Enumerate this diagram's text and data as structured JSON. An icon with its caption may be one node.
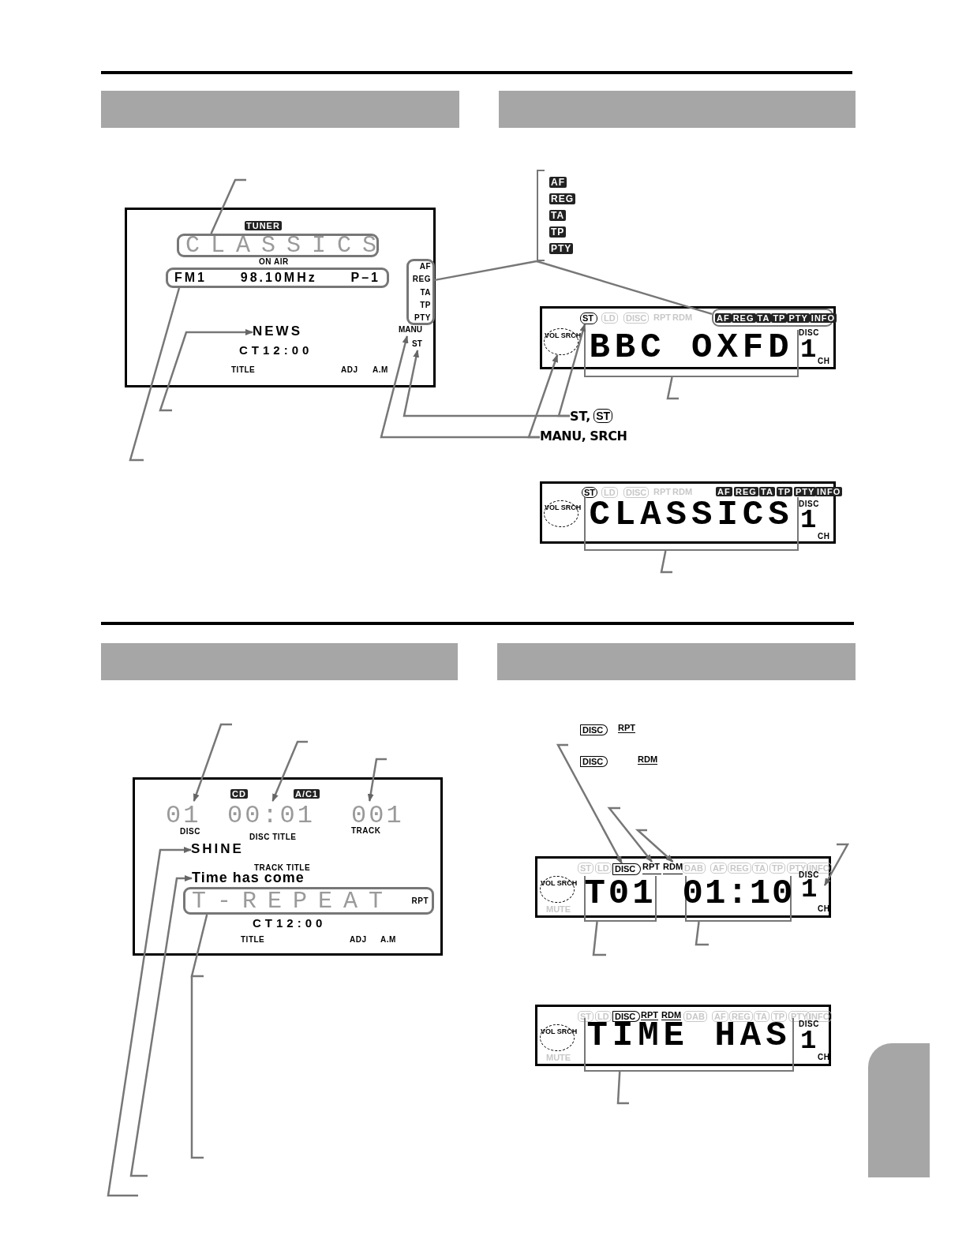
{
  "diagram": {
    "nodes": [
      {
        "text": [
          "CLASSICS"
        ]
      },
      {
        "text": [
          "FM1",
          "98.10MHz",
          "P–1"
        ]
      },
      {
        "text": [
          "AF",
          "REG",
          "TA",
          "TP",
          "PTY"
        ]
      },
      {
        "text": [
          "NEWS"
        ]
      },
      {
        "text": [
          "MANU"
        ]
      },
      {
        "text": [
          "ST"
        ]
      },
      {
        "text": [
          "AF",
          "REG",
          "TA",
          "TP",
          "PTY"
        ]
      },
      {
        "text": [
          "AF",
          "REG",
          "TA",
          "TP",
          "PTY",
          "INFO"
        ]
      },
      {
        "text": [
          "ST"
        ]
      },
      {
        "text": [
          "VOL SRCH"
        ]
      },
      {
        "text": [
          "ST,",
          "ST"
        ]
      },
      {
        "text": [
          "MANU, SRCH"
        ]
      },
      {
        "text": [
          "BBC OXFD"
        ]
      },
      {
        "text": [
          "CLASSICS"
        ]
      },
      {
        "text": [
          "01"
        ]
      },
      {
        "text": [
          "00:01"
        ]
      },
      {
        "text": [
          "001"
        ]
      },
      {
        "text": [
          "SHINE"
        ]
      },
      {
        "text": [
          "Time has come"
        ]
      },
      {
        "text": [
          "T-REPEAT",
          "RPT"
        ]
      },
      {
        "text": [
          "DISC"
        ]
      },
      {
        "text": [
          "RPT"
        ]
      },
      {
        "text": [
          "RDM"
        ]
      },
      {
        "text": [
          "1"
        ]
      },
      {
        "text": [
          "T01"
        ]
      },
      {
        "text": [
          "01:10"
        ]
      },
      {
        "text": [
          "TIME HAS"
        ]
      },
      {
        "text": [
          "VOL SRCH"
        ]
      },
      {
        "text": [
          "VOL SRCH"
        ]
      },
      {
        "text": [
          "VOL SRCH"
        ]
      },
      {
        "text": [],
        "shape": "box"
      }
    ],
    "edges": [
      {
        "from": null,
        "to": 0,
        "arrow": "none"
      },
      {
        "from": null,
        "to": 1,
        "arrow": "none"
      },
      {
        "from": 6,
        "to": 2,
        "arrow": "none"
      },
      {
        "from": 6,
        "to": 7,
        "arrow": "none"
      },
      {
        "from": null,
        "to": 3,
        "arrow": "to"
      },
      {
        "from": 10,
        "to": 5,
        "arrow": "to"
      },
      {
        "from": 10,
        "to": 8,
        "arrow": "to"
      },
      {
        "from": 11,
        "to": 4,
        "arrow": "to"
      },
      {
        "from": 11,
        "to": 9,
        "arrow": "to"
      },
      {
        "from": null,
        "to": 12,
        "arrow": "none"
      },
      {
        "from": null,
        "to": 13,
        "arrow": "none"
      },
      {
        "from": null,
        "to": 14,
        "arrow": "to"
      },
      {
        "from": null,
        "to": 15,
        "arrow": "to"
      },
      {
        "from": null,
        "to": 16,
        "arrow": "to"
      },
      {
        "from": null,
        "to": 17,
        "arrow": "to"
      },
      {
        "from": null,
        "to": 18,
        "arrow": "to"
      },
      {
        "from": null,
        "to": 19,
        "arrow": "none"
      },
      {
        "from": null,
        "to": 20,
        "arrow": "to"
      },
      {
        "from": null,
        "to": 21,
        "arrow": "to"
      },
      {
        "from": null,
        "to": 22,
        "arrow": "to"
      },
      {
        "from": null,
        "to": 23,
        "arrow": "to"
      },
      {
        "from": null,
        "to": 24,
        "arrow": "none"
      },
      {
        "from": null,
        "to": 25,
        "arrow": "none"
      },
      {
        "from": null,
        "to": 26,
        "arrow": "none"
      }
    ],
    "labels": [
      "TUNER",
      "ON AIR",
      "CT12:00",
      "TITLE",
      "ADJ",
      "A.M",
      "LD",
      "DISC",
      "RPT",
      "RDM",
      "DISC",
      "1",
      "CH",
      "ST",
      "LD",
      "DISC",
      "RPT",
      "RDM",
      "AF",
      "REG",
      "TA",
      "TP",
      "PTY",
      "INFO",
      "DISC",
      "1",
      "CH",
      "CD",
      "A/C1",
      "DISC",
      "DISC TITLE",
      "TRACK",
      "TRACK TITLE",
      "CT12:00",
      "TITLE",
      "ADJ",
      "A.M",
      "DISC",
      "RPT",
      "DISC",
      "RDM",
      "ST",
      "LD",
      "DAB",
      "AF",
      "REG",
      "TA",
      "TP",
      "PTY",
      "INFO",
      "MUTE",
      "DISC",
      "CH",
      "ST",
      "LD",
      "DISC",
      "RPT",
      "RDM",
      "DAB",
      "AF",
      "REG",
      "TA",
      "TP",
      "PTY",
      "INFO",
      "MUTE",
      "DISC",
      "1",
      "CH"
    ]
  }
}
